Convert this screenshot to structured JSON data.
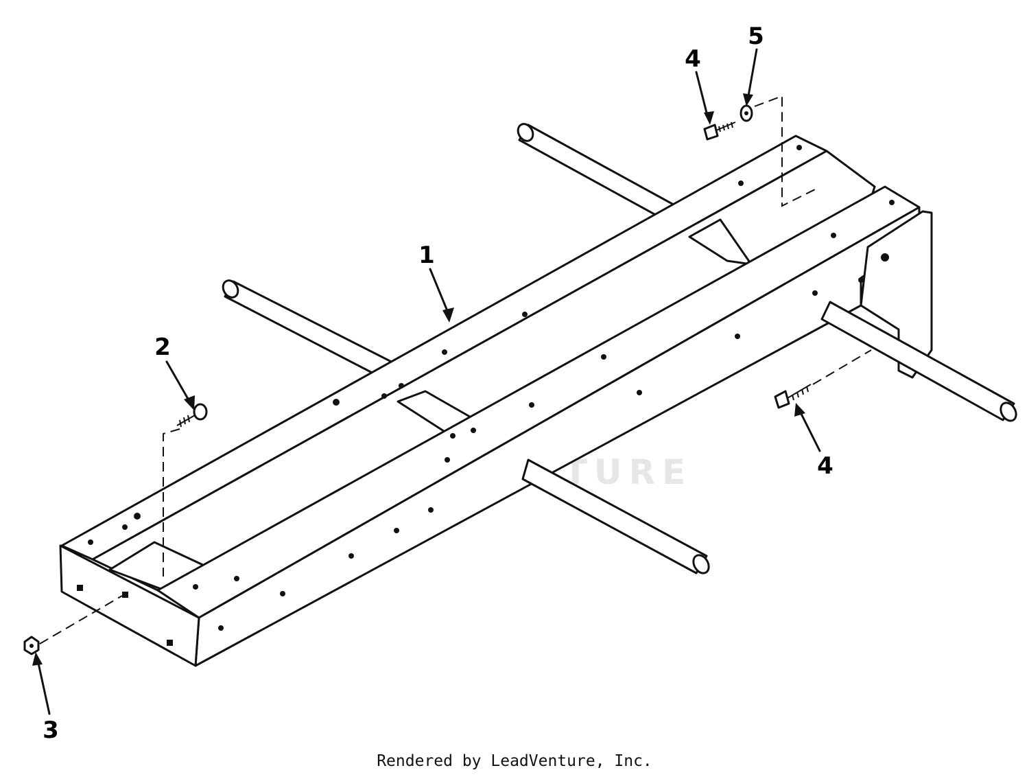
{
  "callouts": {
    "c1": "1",
    "c2": "2",
    "c3": "3",
    "c4a": "4",
    "c5": "5",
    "c4b": "4"
  },
  "watermark": "LEADVENTURE",
  "watermark_icon": "flame-v-logo",
  "credit": "Rendered by LeadVenture, Inc.",
  "colors": {
    "ink": "#111111",
    "watermark": "#e6e6e6"
  }
}
